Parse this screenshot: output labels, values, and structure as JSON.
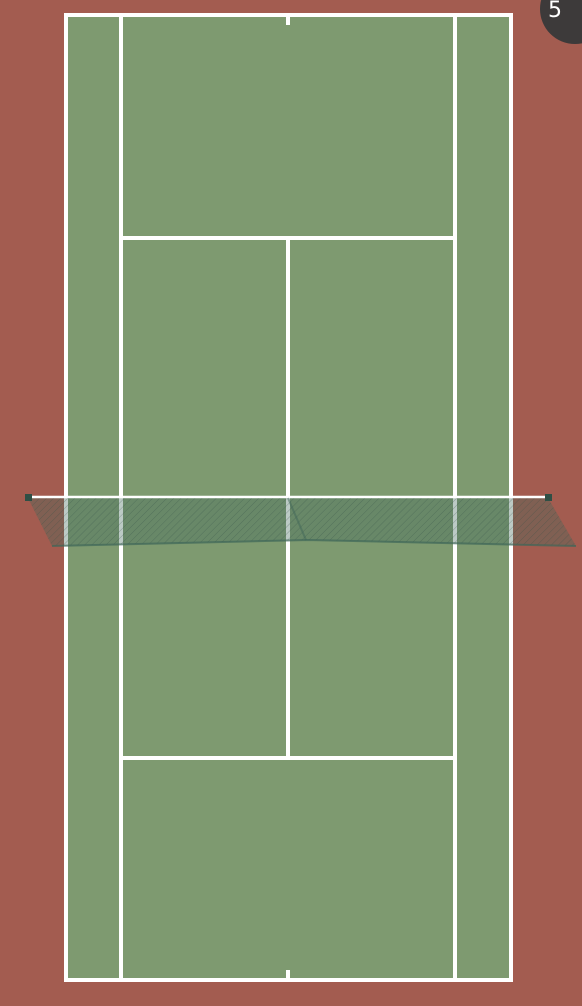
{
  "scene": {
    "subject": "tennis-court",
    "view": "top-down",
    "surround_color": "#a35c50",
    "court_color": "#7e9a70",
    "line_color": "#ffffff",
    "net_color": "#3f6658",
    "net_post_color": "#2f4f45"
  },
  "overlay": {
    "corner_badge_text": "5",
    "corner_badge_color": "#3d3a3a"
  }
}
